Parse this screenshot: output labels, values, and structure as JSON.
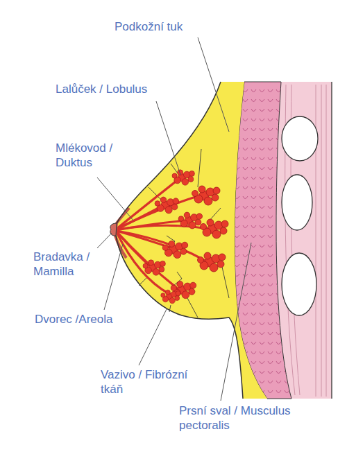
{
  "diagram": {
    "labels": [
      "Podkožní tuk",
      "Lalůček / Lobulus",
      "Mlékovod / Duktus",
      "Bradavka / Mamilla",
      "Dvorec /Areola",
      "Vazivo / Fibrózní tkáň",
      "Prsní sval / Musculus pectoralis"
    ]
  }
}
